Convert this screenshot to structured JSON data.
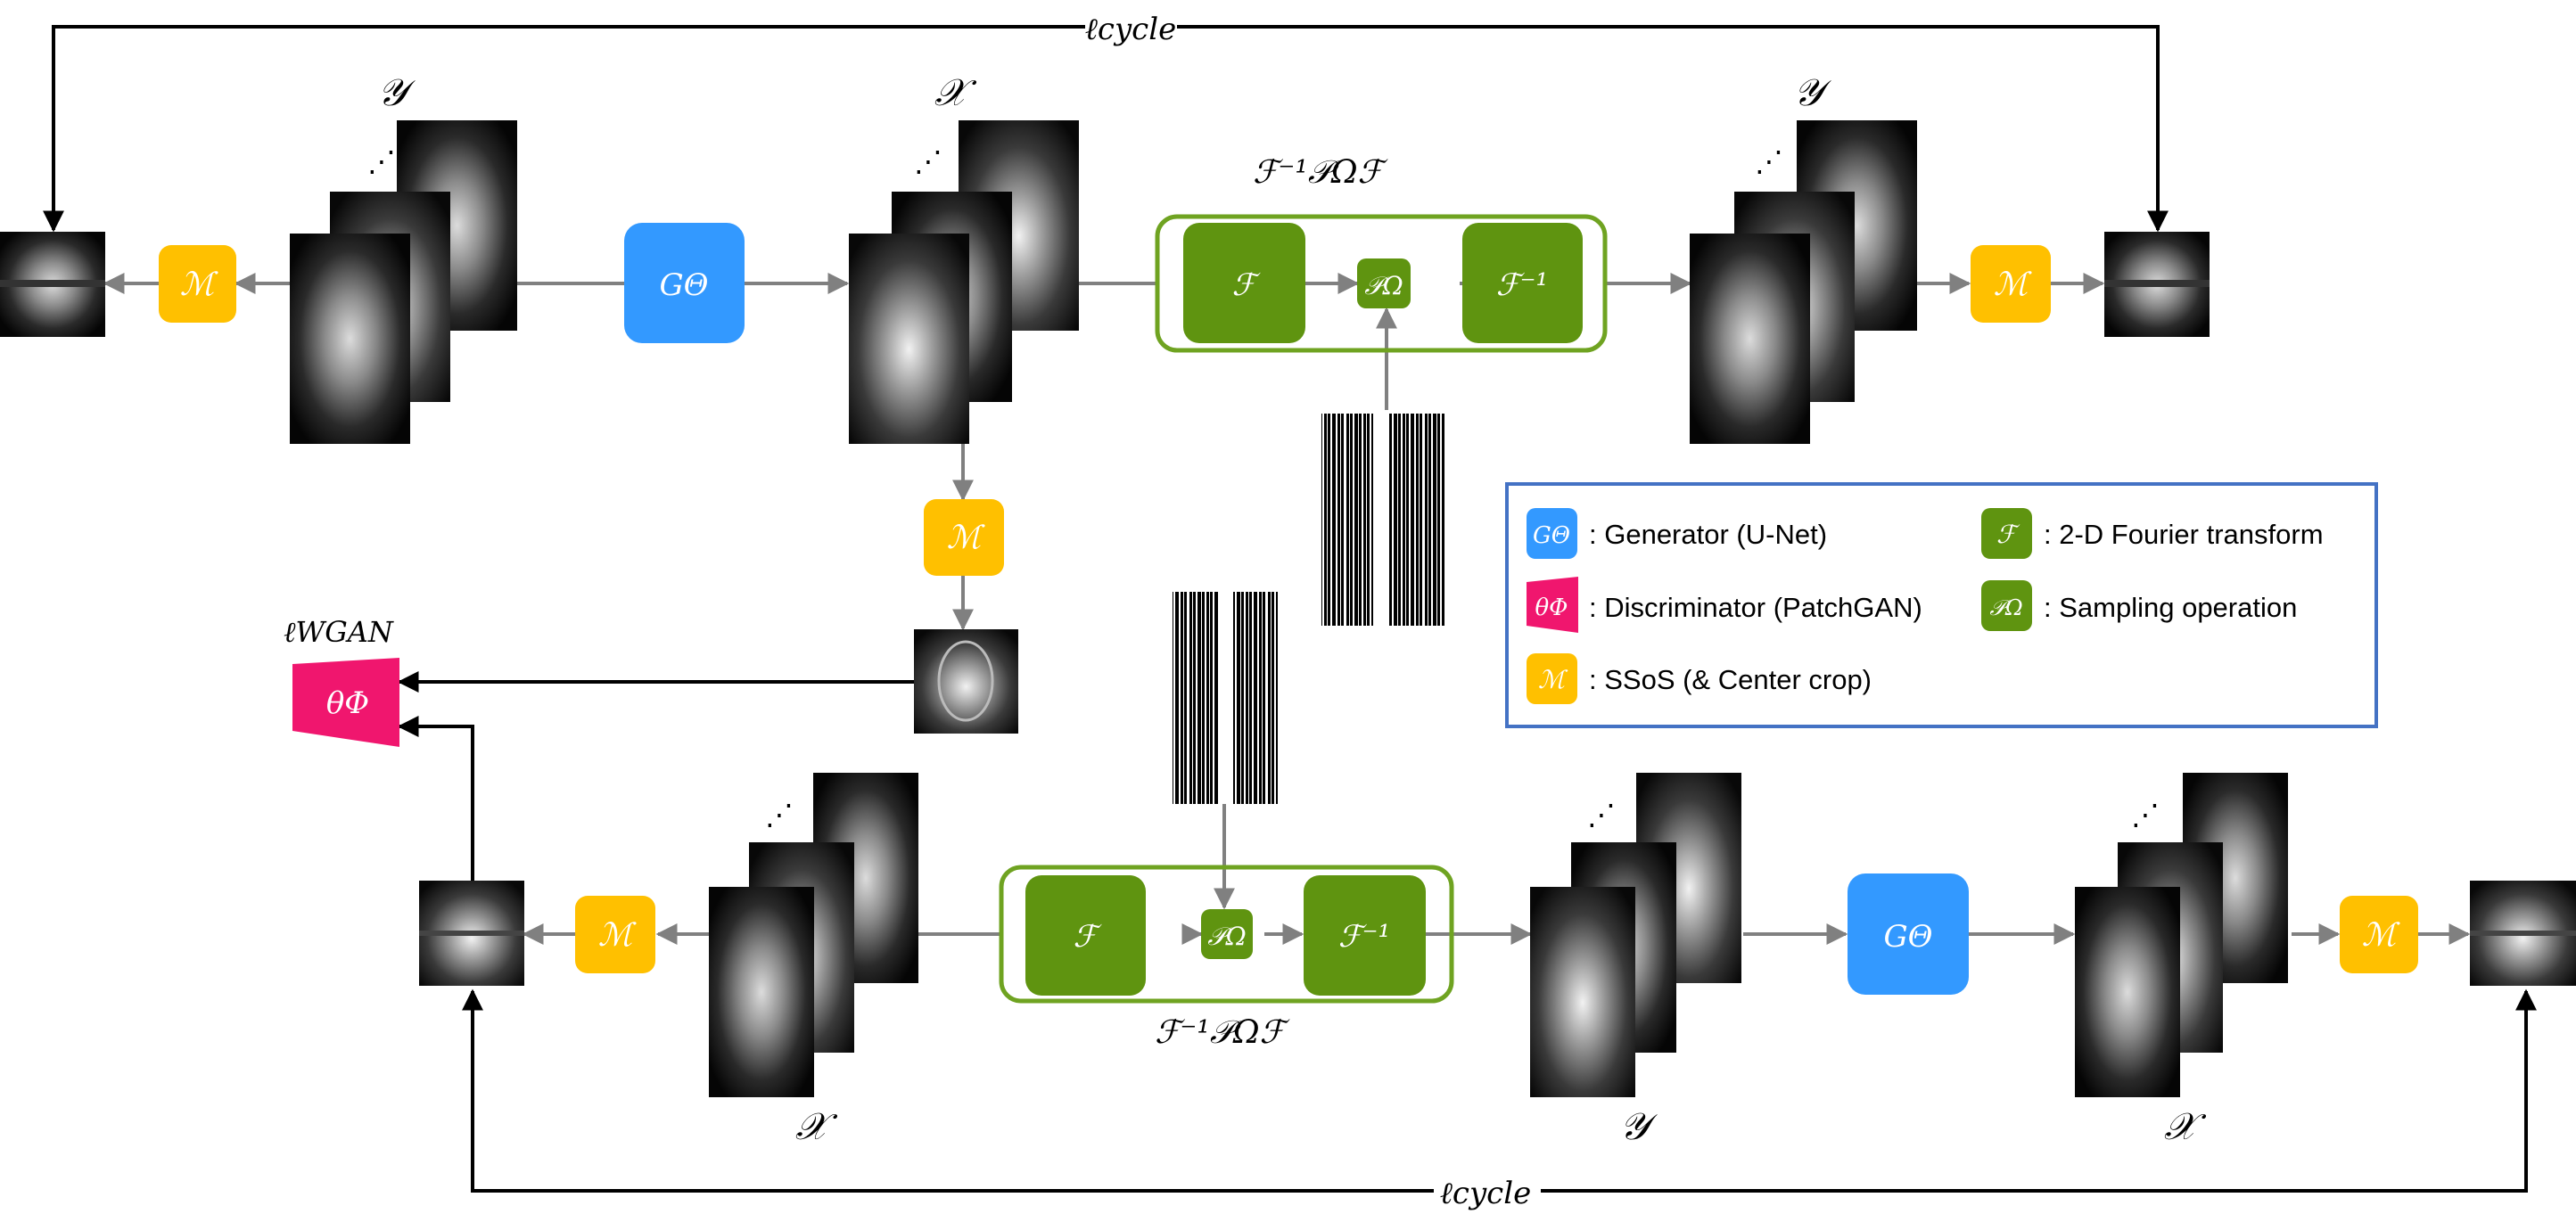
{
  "loss": {
    "cycle_top": "ℓcycle",
    "cycle_bottom": "ℓcycle",
    "wgan": "ℓWGAN"
  },
  "sets": {
    "y_top_left": "𝒴",
    "x_top_mid": "𝒳",
    "y_top_right": "𝒴",
    "x_bottom_left": "𝒳",
    "y_bottom_mid": "𝒴",
    "x_bottom_right": "𝒳"
  },
  "ops": {
    "generator": "GΘ",
    "discriminator": "θΦ",
    "fourier": "ℱ",
    "inverse_fourier": "ℱ⁻¹",
    "sampling": "𝒫Ω",
    "ssos": "ℳ",
    "pipeline_top": "ℱ⁻¹𝒫Ωℱ",
    "pipeline_bottom": "ℱ⁻¹𝒫Ωℱ"
  },
  "legend": {
    "generator_text": ": Generator (U-Net)",
    "discriminator_text": ": Discriminator (PatchGAN)",
    "ssos_text": ": SSoS (& Center crop)",
    "fourier_text": ": 2-D Fourier transform",
    "sampling_text": ": Sampling operation"
  },
  "colors": {
    "generator": "#3399ff",
    "discriminator": "#f0166e",
    "fourier": "#5f9410",
    "fourier_frame": "#6fa321",
    "ssos": "#ffc000",
    "legend_border": "#4472c4",
    "flow_arrow": "#808080",
    "loss_arrow": "#000000"
  }
}
